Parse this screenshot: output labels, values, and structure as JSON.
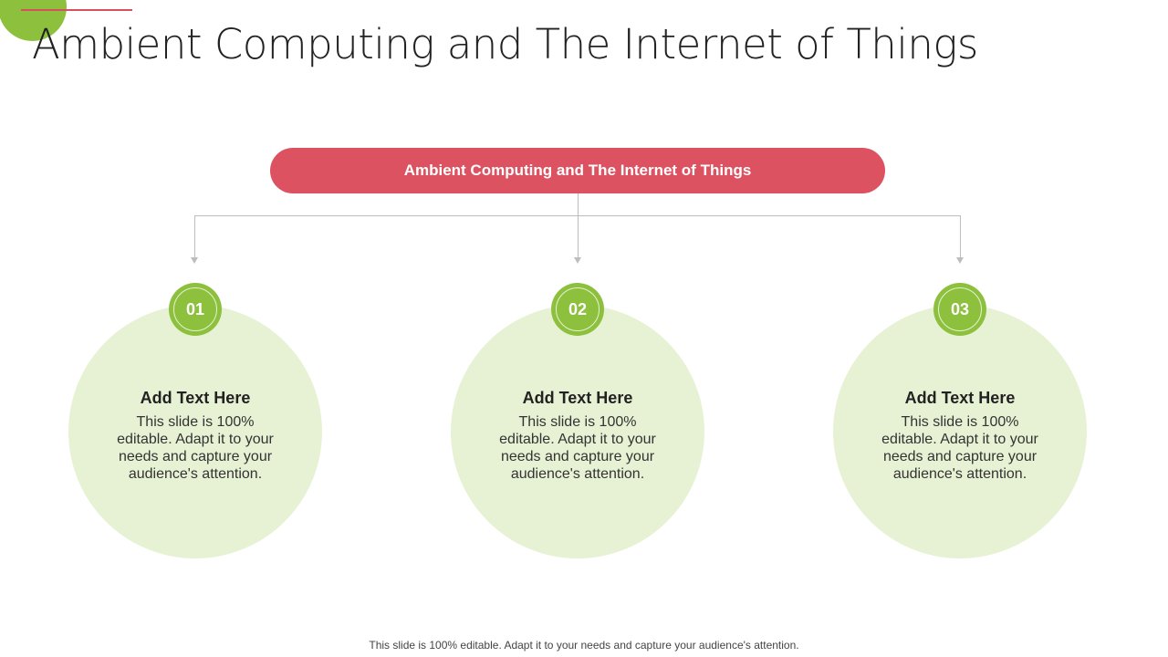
{
  "slide": {
    "title": "Ambient Computing and The Internet of Things",
    "header_label": "Ambient Computing and The Internet of Things",
    "footer": "This slide is 100% editable. Adapt it to your needs and capture your audience's attention."
  },
  "colors": {
    "accent_green": "#8dc03d",
    "accent_red": "#dc5261",
    "circle_fill": "#e7f2d4",
    "connector": "#bdbdbd"
  },
  "cards": [
    {
      "number": "01",
      "heading": "Add Text Here",
      "body": "This slide is 100% editable. Adapt it to your needs and capture your audience's attention."
    },
    {
      "number": "02",
      "heading": "Add Text Here",
      "body": "This slide is 100% editable. Adapt it to your needs and capture your audience's attention."
    },
    {
      "number": "03",
      "heading": "Add Text Here",
      "body": "This slide is 100% editable. Adapt it to your needs and capture your audience's attention."
    }
  ]
}
